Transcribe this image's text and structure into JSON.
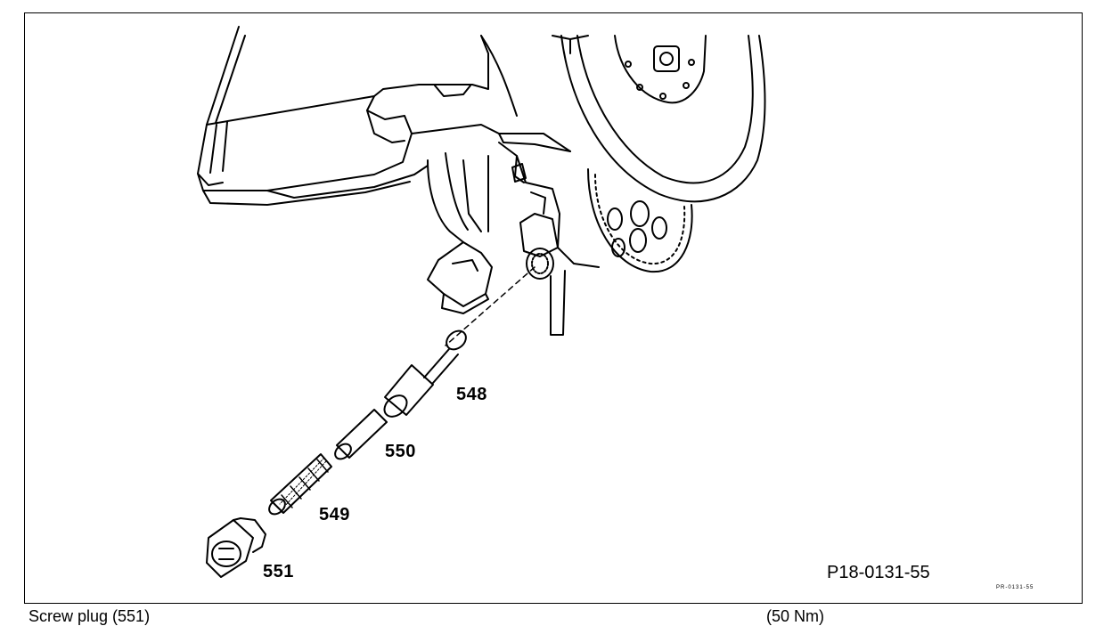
{
  "callouts": {
    "c548": "548",
    "c550": "550",
    "c549": "549",
    "c551": "551"
  },
  "figure_id": "P18-0131-55",
  "small_code": "PR-0131-55",
  "caption": {
    "left": "Screw plug (551)",
    "right": "(50 Nm)"
  }
}
